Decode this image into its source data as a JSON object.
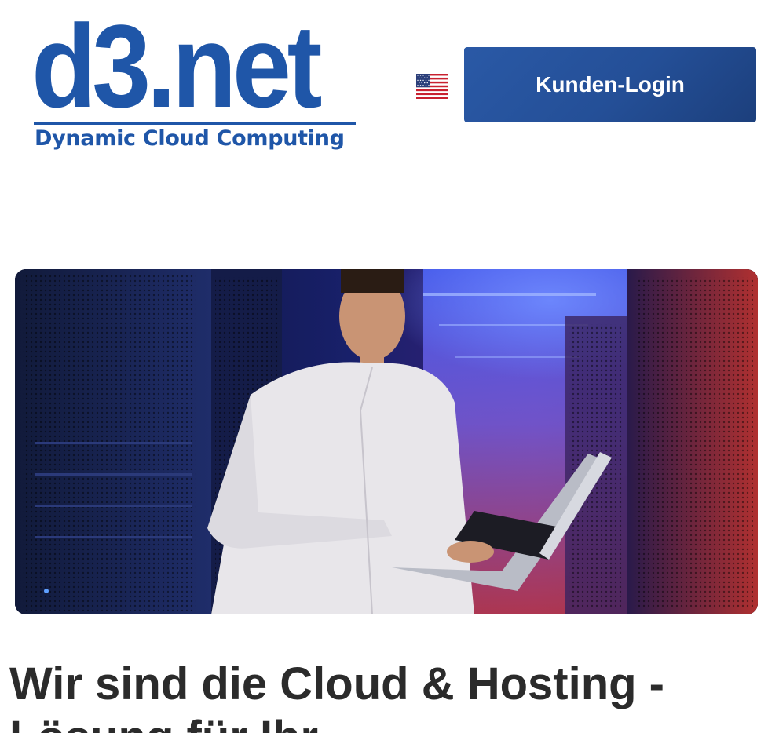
{
  "header": {
    "logo_text": "d3.net",
    "logo_tagline": "Dynamic Cloud Computing",
    "language_icon": "us-flag-icon",
    "login_label": "Kunden-Login"
  },
  "hero": {
    "image_subject": "man-with-laptop-in-server-room"
  },
  "headline": {
    "line1": "Wir sind die Cloud & Hosting -",
    "line2": "Lösung für Ihr"
  },
  "colors": {
    "brand_blue": "#1f56a8",
    "button_blue": "#244f97",
    "headline_text": "#2b2b2b"
  }
}
